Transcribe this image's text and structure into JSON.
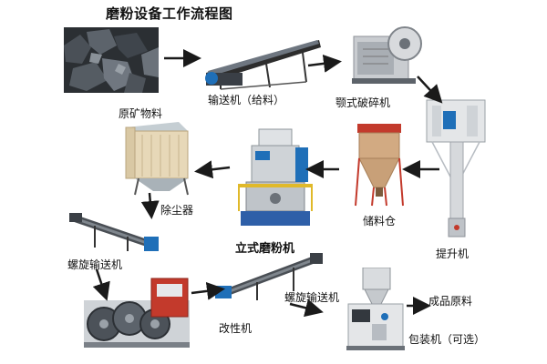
{
  "diagram": {
    "title": "磨粉设备工作流程图",
    "nodes": {
      "ore": "",
      "conveyor": "输送机（给料）",
      "jaw_crusher": "颚式破碎机",
      "elevator": "提升机",
      "storage_bin": "储料仓",
      "vertical_mill": "立式磨粉机",
      "dust_collector": "除尘器",
      "raw_material": "原矿物料",
      "screw_conveyor_1": "螺旋输送机",
      "modifier": "改性机",
      "screw_conveyor_2": "螺旋输送机",
      "packing_machine": "包装机（可选）",
      "finished_product": "成品原料"
    },
    "colors": {
      "arrow": "#1a1a1a",
      "steel": "#9aa5ad",
      "frame": "#2e5fa8",
      "hopper": "#c8a078",
      "motor": "#1f6fb8",
      "ore": "#3a3f45",
      "red": "#c33a2c"
    }
  }
}
